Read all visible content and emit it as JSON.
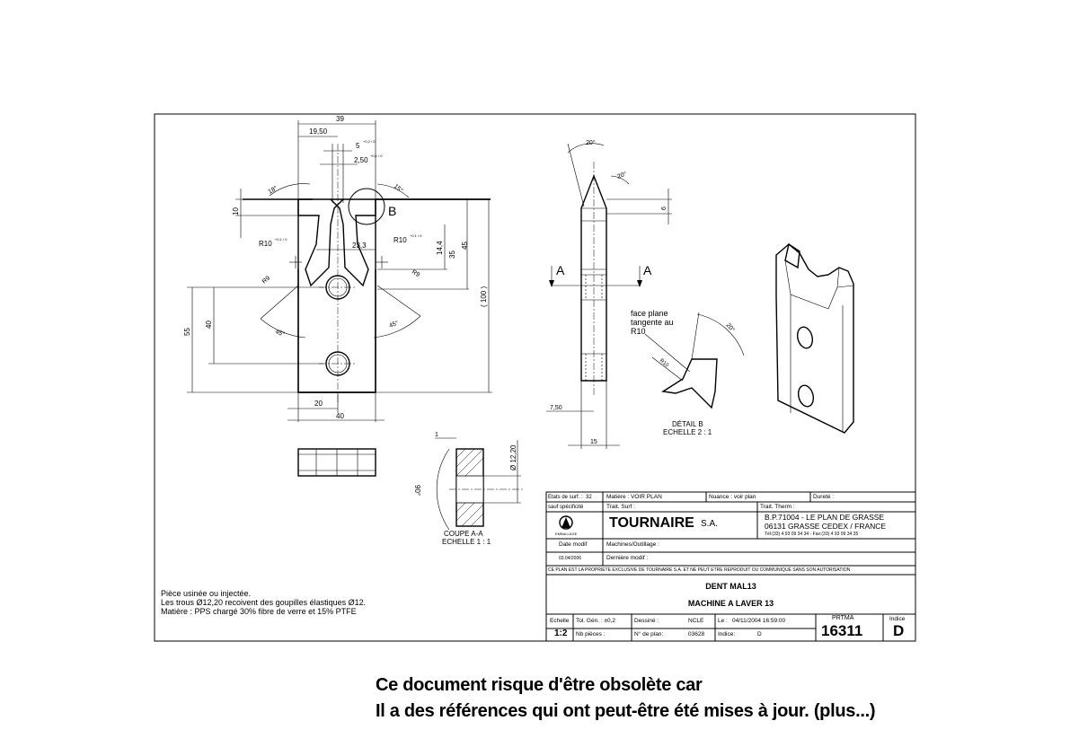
{
  "drawing": {
    "front_view": {
      "dims": {
        "top_width": "39",
        "half_width": "19,50",
        "slot": "5",
        "slot_tol": "+0,2 / 0",
        "slot_offset": "2,50",
        "slot_offset_tol": "+0,1 / 0",
        "left_angle": "18°",
        "right_angle": "15°",
        "height_10": "10",
        "r10_left": "R10",
        "r10_left_tol": "+0,1 / 0",
        "r10_right": "R10",
        "r10_right_tol": "+0,1 / 0",
        "center_gap": "23,3",
        "dim_14_4": "14,4",
        "dim_35": "35",
        "dim_45": "45",
        "dim_100": "( 100 )",
        "r9_left": "R9",
        "r9_right": "R9",
        "angle_45_left": "45°",
        "angle_45_right": "45°",
        "dim_55": "55",
        "dim_40_v": "40",
        "dim_20": "20",
        "dim_40_h": "40",
        "detail_b_label": "B"
      }
    },
    "side_view": {
      "dims": {
        "angle_20_top": "20°",
        "angle_20_side": "20°",
        "dim_6": "6",
        "section_a_left": "A",
        "section_a_right": "A",
        "dim_7_50": "7,50",
        "dim_15": "15"
      }
    },
    "detail_b": {
      "note_line1": "face plane",
      "note_line2": "tangente au",
      "note_line3": "R10",
      "angle": "20°",
      "radius": "R10",
      "title": "DÉTAIL B",
      "scale": "ECHELLE 2 : 1"
    },
    "section_aa": {
      "dim_1": "1",
      "dim_dia": "Ø 12,20",
      "angle": "90°",
      "title": "COUPE A-A",
      "scale": "ECHELLE 1 : 1"
    },
    "notes": {
      "line1": "Pièce usinée ou injectée.",
      "line2": "Les trous Ø12,20 recoivent des goupilles élastiques Ø12.",
      "line3": "Matière : PPS chargé 30% fibre de verre et 15% PTFE"
    }
  },
  "title_block": {
    "etats_surf_label": "Etats de surf. :",
    "etats_surf_value": "32",
    "sauf_specificite": "sauf spécificité",
    "matiere": "Matière : VOIR PLAN",
    "nuance": "Nuance : voir plan",
    "durete": "Dureté :",
    "trait_surf": "Trait. Surf :",
    "trait_therm": "Trait. Therm :",
    "logo_caption": "EMBALLAGE",
    "company": "TOURNAIRE",
    "company_suffix": "S.A.",
    "address1": "B.P.71004 - LE PLAN DE GRASSE",
    "address2": "06131 GRASSE CEDEX / FRANCE",
    "phone": "Tél:(33) 4 93 09 34 34 - Fax:(33) 4 93 09 34 35",
    "date_modif_label": "Date modif",
    "date_modif_value": "03.04/2006",
    "machines_label": "Machines/Outillage :",
    "derniere_modif_label": "Dernière modif :",
    "property_notice": "CE PLAN EST LA PROPRIETE EXCLUSIVE DE TOURNAIRE S.A. ET NE PEUT ETRE REPRODUIT OU COMMUNIQUE SANS SON AUTORISATION",
    "title1": "DENT MAL13",
    "title2": "MACHINE A LAVER 13",
    "echelle_label": "Echelle",
    "echelle_value": "1:2",
    "tol_gen": "Tol. Gén. : ±0,2",
    "nb_pieces": "Nb pièces :",
    "dessine_label": "Dessiné :",
    "dessine_value": "NCLE",
    "no_plan_label": "N° de plan:",
    "no_plan_value": "03628",
    "le_label": "Le :",
    "le_value": "04/11/2004 16:59:00",
    "indice_small_label": "Indice:",
    "indice_small_value": "D",
    "prtma_label": "PRTMA",
    "prtma_value": "16311",
    "indice_label": "Indice",
    "indice_value": "D"
  },
  "notice": {
    "line1": "Ce document risque d'être obsolète car",
    "line2": "Il a des références qui ont peut-être été mises à jour. (plus...)"
  }
}
